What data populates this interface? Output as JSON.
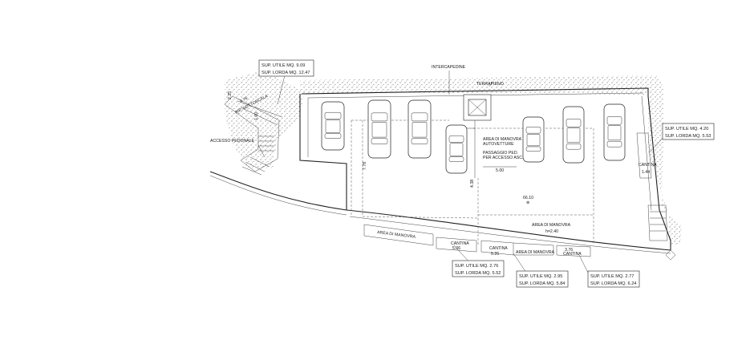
{
  "labels": {
    "intercapedine": "INTERCAPEDINE",
    "terrapieno": "TERRAPIENO",
    "accesso_pedonale": "ACCESSO PEDONALE",
    "rip_sottoscala": "RIP. SOTTOSCALA",
    "area_manovra_autovetture_1": "AREA DI MANOVRA",
    "area_manovra_autovetture_2": "AUTOVETTURE",
    "passaggio_1": "PASSAGGIO PED.",
    "passaggio_2": "PER ACCESSO ASC.",
    "area_manovra_center": "AREA DI MANOVRA",
    "h_value": "h=2.40",
    "area_manovra_bottom_left": "AREA DI MANOVRA",
    "area_manovra_bottom_mid": "AREA DI MANOVRA",
    "cantina_1": "CANTINA",
    "cantina_2": "CANTINA",
    "cantina_3": "CANTINA",
    "cantina_right": "CANTINA",
    "level_mark": "66.10"
  },
  "dimensions": {
    "d_500": "5.00",
    "d_506": "5.06",
    "d_526": "5.26",
    "d_376": "3.76",
    "d_144": "1.44",
    "d_778": "7.78",
    "d_438": "4.38",
    "d_476": "4.76",
    "d_225": "2.25",
    "d_100": "1.00"
  },
  "info_boxes": [
    {
      "utile": "SUP. UTILE MQ. 9.09",
      "lorda": "SUP. LORDA MQ. 12.47"
    },
    {
      "utile": "SUP. UTILE MQ. 4.20",
      "lorda": "SUP. LORDA MQ. 5.53"
    },
    {
      "utile": "SUP. UTILE MQ. 2.76",
      "lorda": "SUP. LORDA MQ. 5.52"
    },
    {
      "utile": "SUP. UTILE MQ. 2.95",
      "lorda": "SUP. LORDA MQ. 5.84"
    },
    {
      "utile": "SUP. UTILE MQ. 2.77",
      "lorda": "SUP. LORDA MQ. 6.24"
    }
  ],
  "colors": {
    "line": "#222222",
    "background": "#ffffff"
  }
}
